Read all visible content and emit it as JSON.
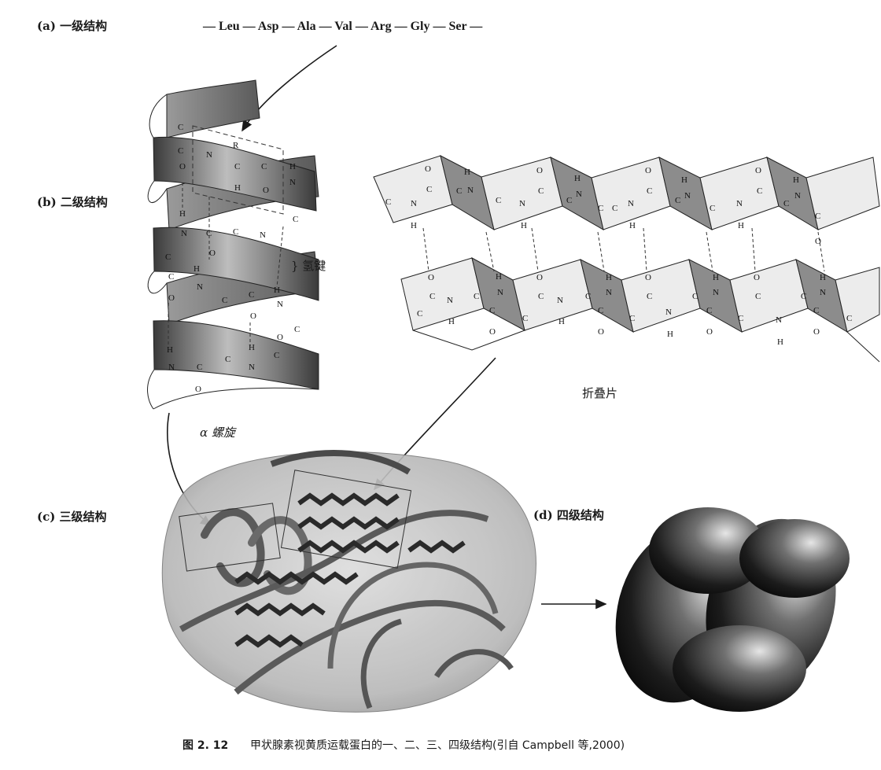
{
  "labels": {
    "primary": "(a) 一级结构",
    "sequence": "— Leu — Asp — Ala — Val — Arg — Gly — Ser —",
    "secondary": "(b) 二级结构",
    "hydrogen_bond": "} 氢键",
    "alpha_helix": "α 螺旋",
    "pleated_sheet": "折叠片",
    "tertiary": "(c) 三级结构",
    "quaternary": "(d) 四级结构"
  },
  "caption": {
    "number": "图 2. 12",
    "text": "甲状腺素视黄质运载蛋白的一、二、三、四级结构(引自 Campbell 等,2000)"
  },
  "atoms": {
    "C": "C",
    "N": "N",
    "O": "O",
    "H": "H",
    "R": "R"
  },
  "colors": {
    "ribbon_dark": "#4a4a4a",
    "ribbon_light": "#cfcfcf",
    "sheet_face": "#e8e8e8",
    "sheet_side": "#8a8a8a",
    "blob": "#c8c8c8",
    "quaternary": "#2a2a2a"
  }
}
